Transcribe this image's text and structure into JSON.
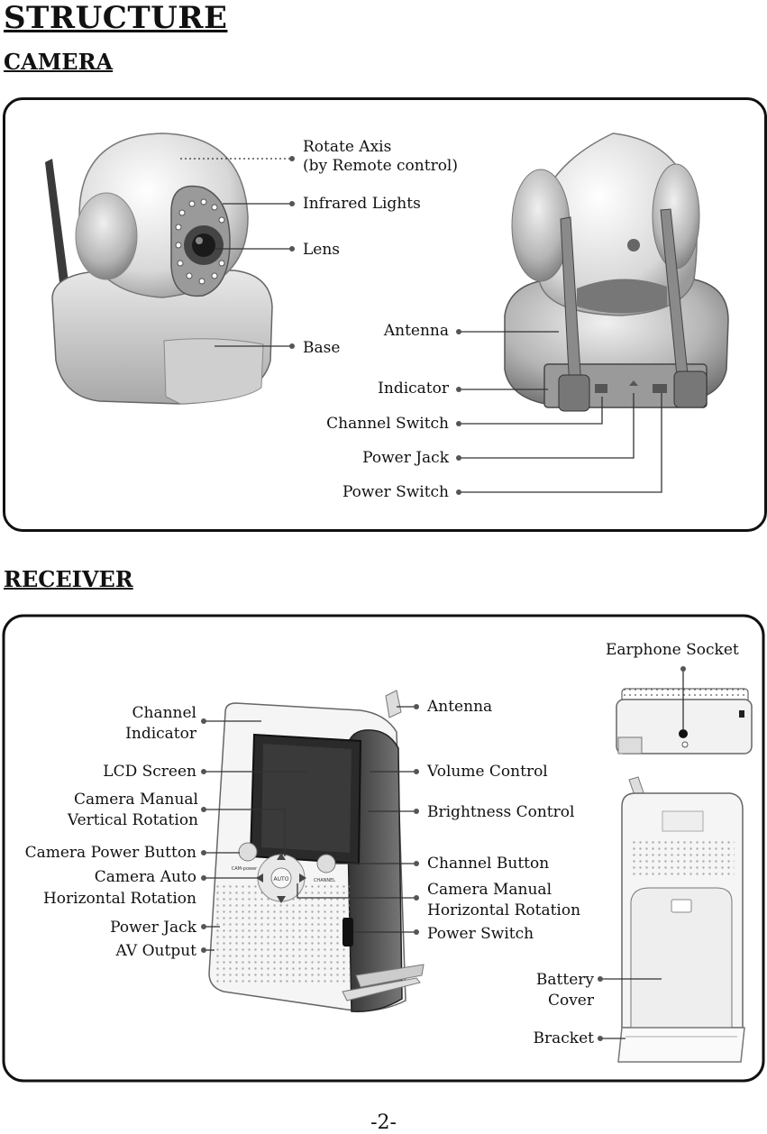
{
  "page": {
    "title": "STRUCTURE",
    "page_number": "-2-"
  },
  "camera": {
    "heading": "CAMERA",
    "labels": {
      "rotate_axis_1": "Rotate Axis",
      "rotate_axis_2": "(by Remote control)",
      "infrared_lights": "Infrared Lights",
      "lens": "Lens",
      "base": "Base",
      "antenna": "Antenna",
      "indicator": "Indicator",
      "channel_switch": "Channel Switch",
      "power_jack": "Power Jack",
      "power_switch": "Power Switch"
    }
  },
  "receiver": {
    "heading": "RECEIVER",
    "labels": {
      "earphone_socket": "Earphone Socket",
      "channel_indicator_1": "Channel",
      "channel_indicator_2": "Indicator",
      "antenna": "Antenna",
      "lcd_screen": "LCD Screen",
      "volume_control": "Volume Control",
      "cam_manual_vert_1": "Camera Manual",
      "cam_manual_vert_2": "Vertical Rotation",
      "brightness_control": "Brightness Control",
      "camera_power_button": "Camera Power Button",
      "channel_button": "Channel Button",
      "cam_auto_1": "Camera Auto",
      "cam_auto_2": "Horizontal Rotation",
      "cam_manual_horiz_1": "Camera Manual",
      "cam_manual_horiz_2": "Horizontal Rotation",
      "power_jack": "Power Jack",
      "power_switch": "Power Switch",
      "av_output": "AV Output",
      "battery_cover_1": "Battery",
      "battery_cover_2": "Cover",
      "bracket": "Bracket"
    },
    "device_text": {
      "auto": "AUTO",
      "cam_power": "CAM-power",
      "channel": "CHANNEL"
    }
  }
}
